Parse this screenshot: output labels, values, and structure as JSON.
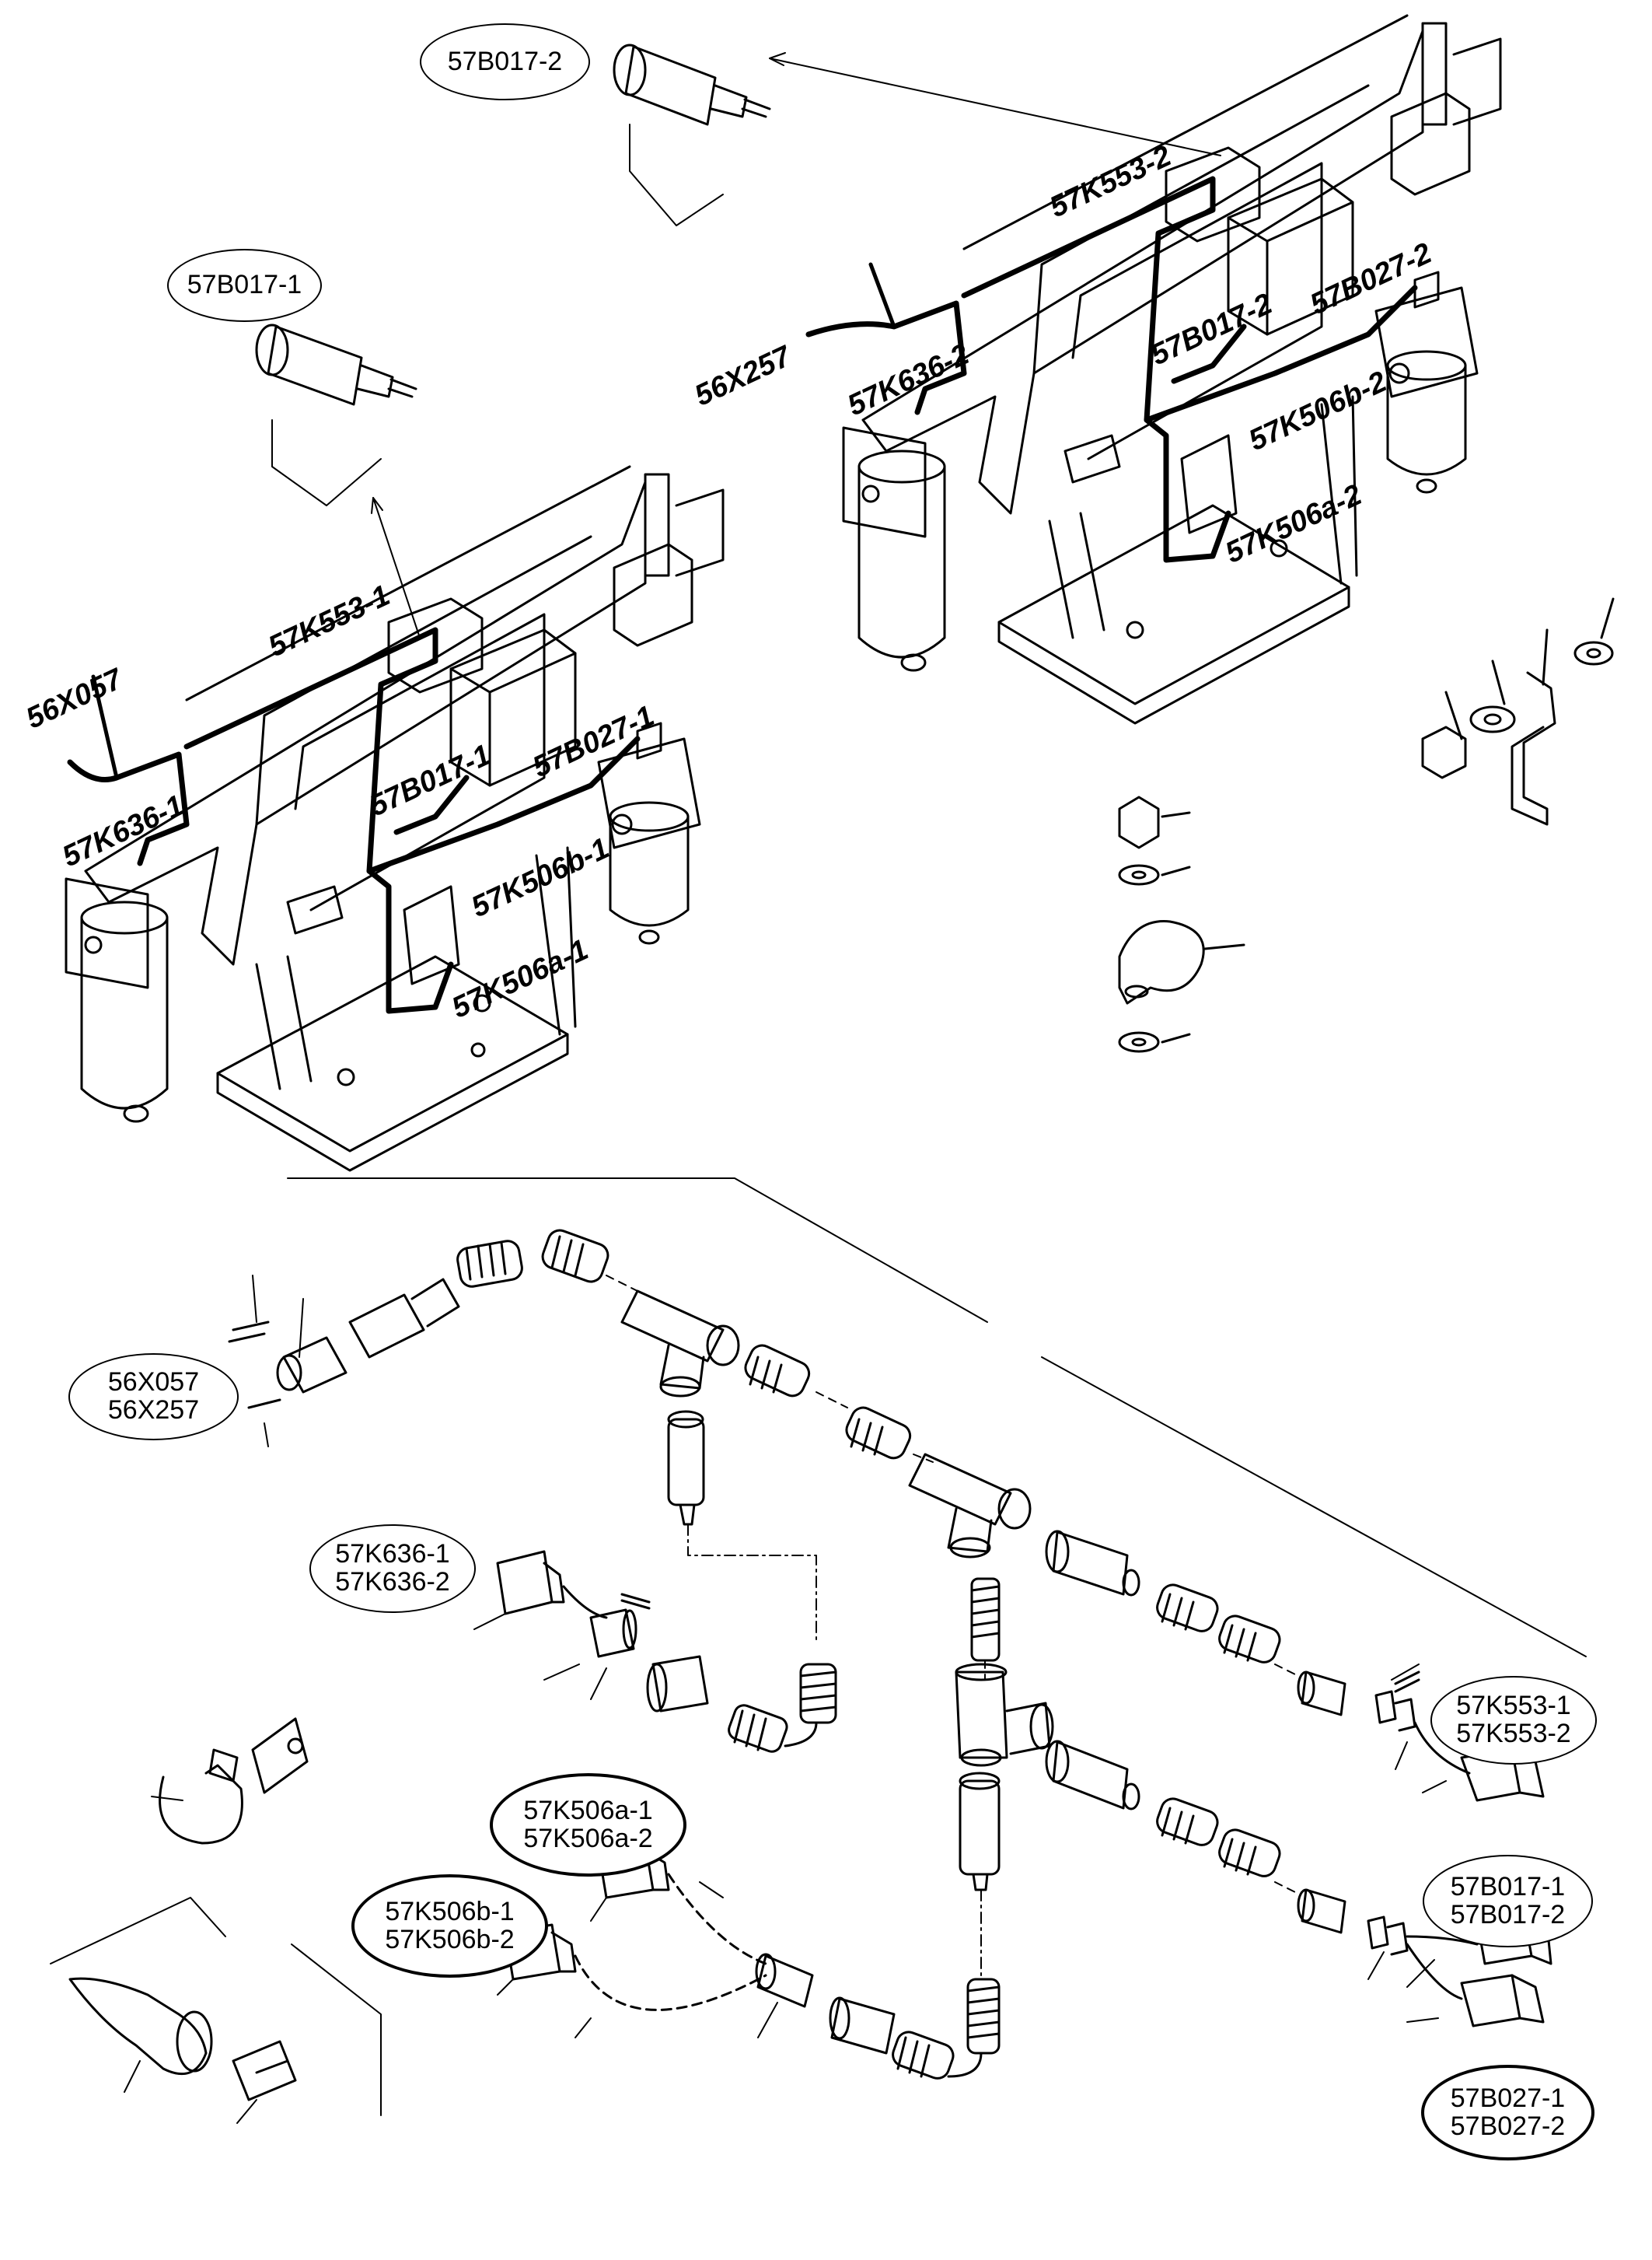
{
  "top_left_assembly": {
    "labels": [
      "57B017-1",
      "57K553-1",
      "56X057",
      "57K636-1",
      "57B017-1",
      "57B027-1",
      "57K506b-1",
      "57K506a-1"
    ]
  },
  "top_right_assembly": {
    "labels": [
      "57B017-2",
      "57K553-2",
      "56X257",
      "57K636-2",
      "57B017-2",
      "57B027-2",
      "57K506b-2",
      "57K506a-2"
    ]
  },
  "callouts": {
    "b017_2": "57B017-2",
    "b017_1": "57B017-1",
    "x057_x257": [
      "56X057",
      "56X257"
    ],
    "k636": [
      "57K636-1",
      "57K636-2"
    ],
    "k553": [
      "57K553-1",
      "57K553-2"
    ],
    "k506a": [
      "57K506a-1",
      "57K506a-2"
    ],
    "k506b": [
      "57K506b-1",
      "57K506b-2"
    ],
    "b017": [
      "57B017-1",
      "57B017-2"
    ],
    "b027": [
      "57B027-1",
      "57B027-2"
    ]
  }
}
